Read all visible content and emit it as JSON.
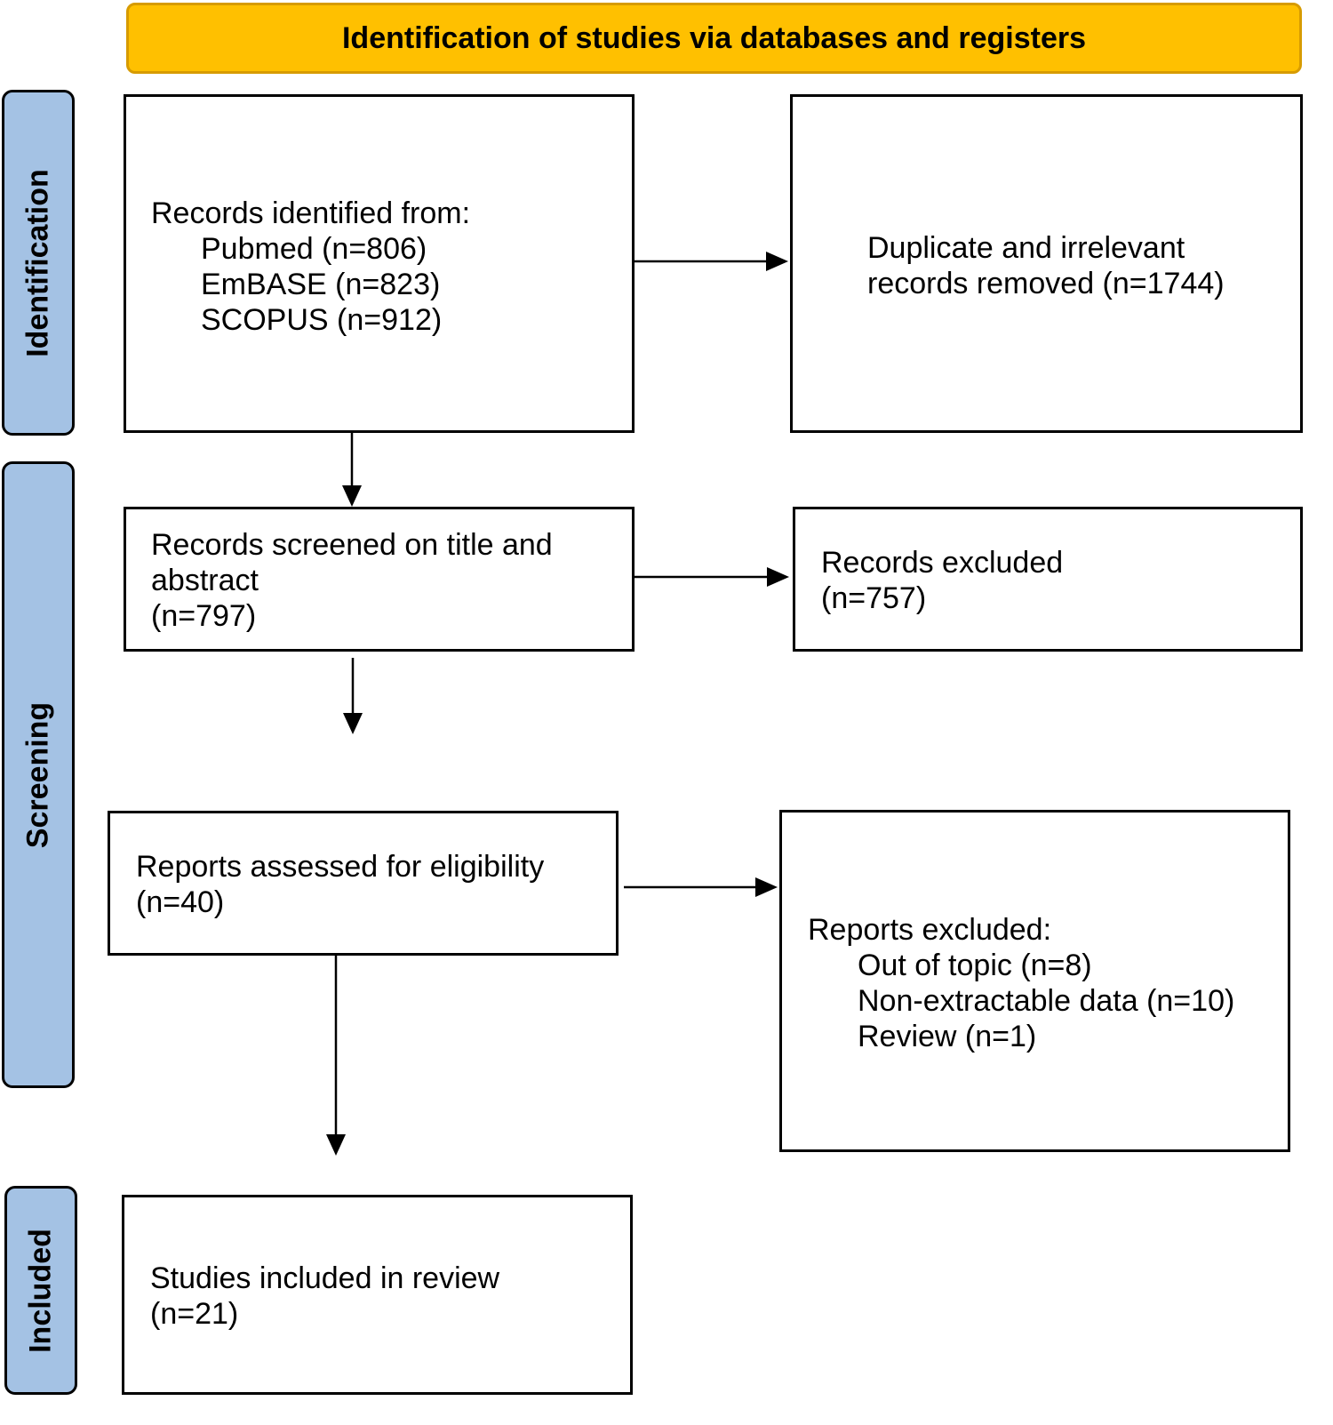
{
  "header": {
    "title": "Identification of studies via databases and registers"
  },
  "sides": {
    "identification": "Identification",
    "screening": "Screening",
    "included": "Included"
  },
  "records_identified": {
    "label": "Records identified from:",
    "items": [
      "Pubmed (n=806)",
      "EmBASE (n=823)",
      "SCOPUS (n=912)"
    ]
  },
  "duplicates_removed": {
    "lines": [
      "Duplicate and irrelevant",
      "records removed (n=1744)"
    ]
  },
  "records_screened": {
    "lines": [
      "Records screened on title and",
      "abstract",
      "(n=797)"
    ]
  },
  "records_excluded": {
    "lines": [
      "Records excluded",
      "(n=757)"
    ]
  },
  "reports_assessed": {
    "lines": [
      "Reports assessed for eligibility",
      "(n=40)"
    ]
  },
  "reports_excluded": {
    "label": "Reports excluded:",
    "items": [
      "Out of topic (n=8)",
      "Non-extractable data (n=10)",
      "Review (n=1)"
    ]
  },
  "studies_included": {
    "lines": [
      "Studies included in review",
      "(n=21)"
    ]
  }
}
